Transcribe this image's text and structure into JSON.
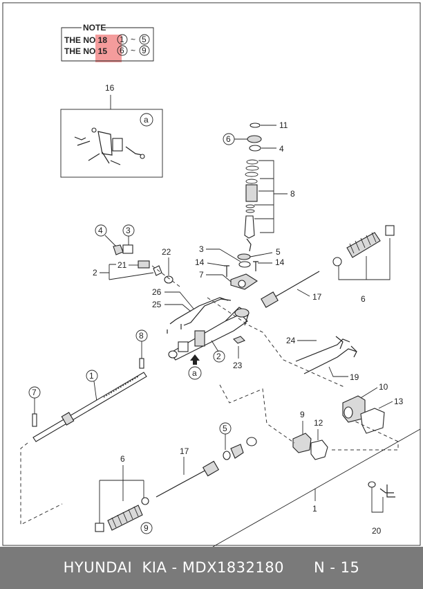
{
  "note": {
    "title": "NOTE",
    "line1_prefix": "THE NO 18",
    "line1_from": "1",
    "line1_to": "5",
    "line2_prefix": "THE NO 15",
    "line2_from": "6",
    "line2_to": "9",
    "range_sep": "~",
    "highlight_color": "#f28b8b"
  },
  "callouts": {
    "c1": "1",
    "c1b": "1",
    "c2": "2",
    "c2b": "2",
    "c3": "3",
    "c3b": "3",
    "c4": "4",
    "c4b": "4",
    "c5": "5",
    "c5b": "5",
    "c6": "6",
    "c6b": "6",
    "c6c": "6",
    "c7": "7",
    "c7b": "7",
    "c8": "8",
    "c8b": "8",
    "c9": "9",
    "c9b": "9",
    "c10": "10",
    "c11": "11",
    "c12": "12",
    "c13": "13",
    "c14": "14",
    "c14b": "14",
    "c16": "16",
    "c17": "17",
    "c17b": "17",
    "c19": "19",
    "c20": "20",
    "c21": "21",
    "c22": "22",
    "c23": "23",
    "c24": "24",
    "c25": "25",
    "c26": "26",
    "ca": "a",
    "cab": "a"
  },
  "footer": {
    "text": "HYUNDAI  KIA - MDX1832180      N - 15"
  },
  "colors": {
    "footer_bg": "#7a7a7a",
    "footer_text": "#ffffff"
  }
}
